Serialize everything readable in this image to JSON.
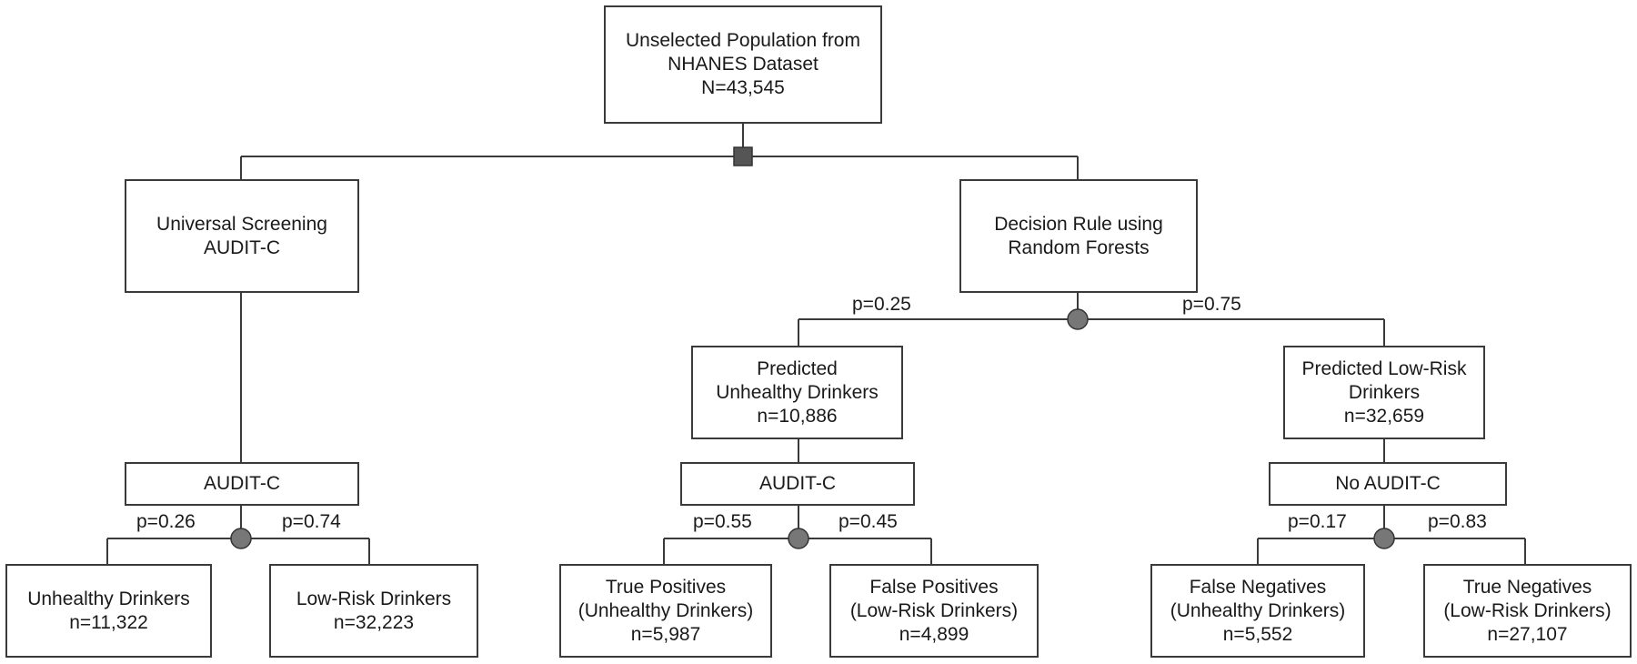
{
  "root": {
    "line1": "Unselected Population from",
    "line2": "NHANES Dataset",
    "line3": "N=43,545"
  },
  "left_branch": {
    "strategy": {
      "line1": "Universal Screening",
      "line2": "AUDIT-C"
    },
    "test": "AUDIT-C",
    "p_left": "p=0.26",
    "p_right": "p=0.74",
    "outcome_left": {
      "line1": "Unhealthy Drinkers",
      "line2": "n=11,322"
    },
    "outcome_right": {
      "line1": "Low-Risk Drinkers",
      "line2": "n=32,223"
    }
  },
  "right_branch": {
    "strategy": {
      "line1": "Decision Rule using",
      "line2": "Random Forests"
    },
    "p_left": "p=0.25",
    "p_right": "p=0.75",
    "predicted_unhealthy": {
      "line1": "Predicted",
      "line2": "Unhealthy Drinkers",
      "line3": "n=10,886",
      "test": "AUDIT-C",
      "p_left": "p=0.55",
      "p_right": "p=0.45",
      "outcome_left": {
        "line1": "True Positives",
        "line2": "(Unhealthy Drinkers)",
        "line3": "n=5,987"
      },
      "outcome_right": {
        "line1": "False Positives",
        "line2": "(Low-Risk Drinkers)",
        "line3": "n=4,899"
      }
    },
    "predicted_lowrisk": {
      "line1": "Predicted Low-Risk",
      "line2": "Drinkers",
      "line3": "n=32,659",
      "test": "No AUDIT-C",
      "p_left": "p=0.17",
      "p_right": "p=0.83",
      "outcome_left": {
        "line1": "False Negatives",
        "line2": "(Unhealthy Drinkers)",
        "line3": "n=5,552"
      },
      "outcome_right": {
        "line1": "True Negatives",
        "line2": "(Low-Risk Drinkers)",
        "line3": "n=27,107"
      }
    }
  }
}
